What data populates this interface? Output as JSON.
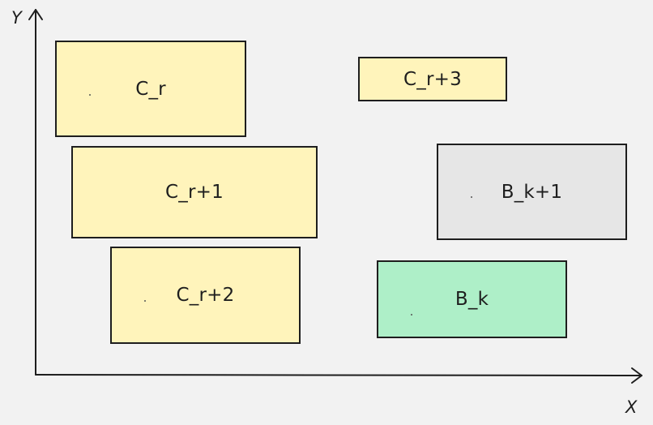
{
  "axes": {
    "x_label": "X",
    "y_label": "Y"
  },
  "colors": {
    "yellow_fill": "#fff4bb",
    "gray_fill": "#e6e6e6",
    "green_fill": "#aeefc8",
    "stroke": "#1e1e1e",
    "background": "#f2f2f2"
  },
  "boxes": {
    "c_r": {
      "label": "C_r",
      "fill": "yellow_fill"
    },
    "c_r1": {
      "label": "C_r+1",
      "fill": "yellow_fill"
    },
    "c_r2": {
      "label": "C_r+2",
      "fill": "yellow_fill"
    },
    "c_r3": {
      "label": "C_r+3",
      "fill": "yellow_fill"
    },
    "b_k1": {
      "label": "B_k+1",
      "fill": "gray_fill"
    },
    "b_k": {
      "label": "B_k",
      "fill": "green_fill"
    }
  }
}
